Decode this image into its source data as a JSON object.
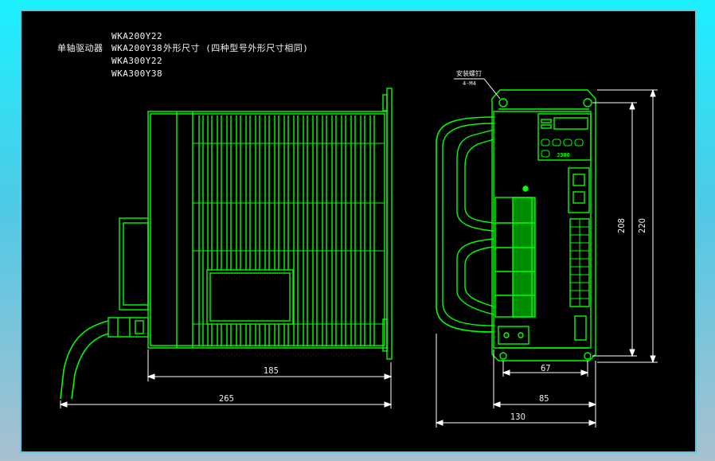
{
  "title_lines": {
    "prefix": "单轴驱动器",
    "models": [
      "WKA200Y22",
      "WKA200Y38",
      "WKA300Y22",
      "WKA300Y38"
    ],
    "suffix": "外形尺寸 (四种型号外形尺寸相同)"
  },
  "annotation": {
    "mount_label": "安装螺钉",
    "mount_spec": "4-M4"
  },
  "panel_brand": "J300",
  "dimensions": {
    "side_depth": "185",
    "side_total": "265",
    "front_holes": "67",
    "front_body": "85",
    "front_total": "130",
    "hole_height": "208",
    "total_height": "220"
  },
  "colors": {
    "background": "#000000",
    "outline": "#00ff00",
    "dimension": "#ffffff",
    "frame": "#1cf0ff"
  }
}
